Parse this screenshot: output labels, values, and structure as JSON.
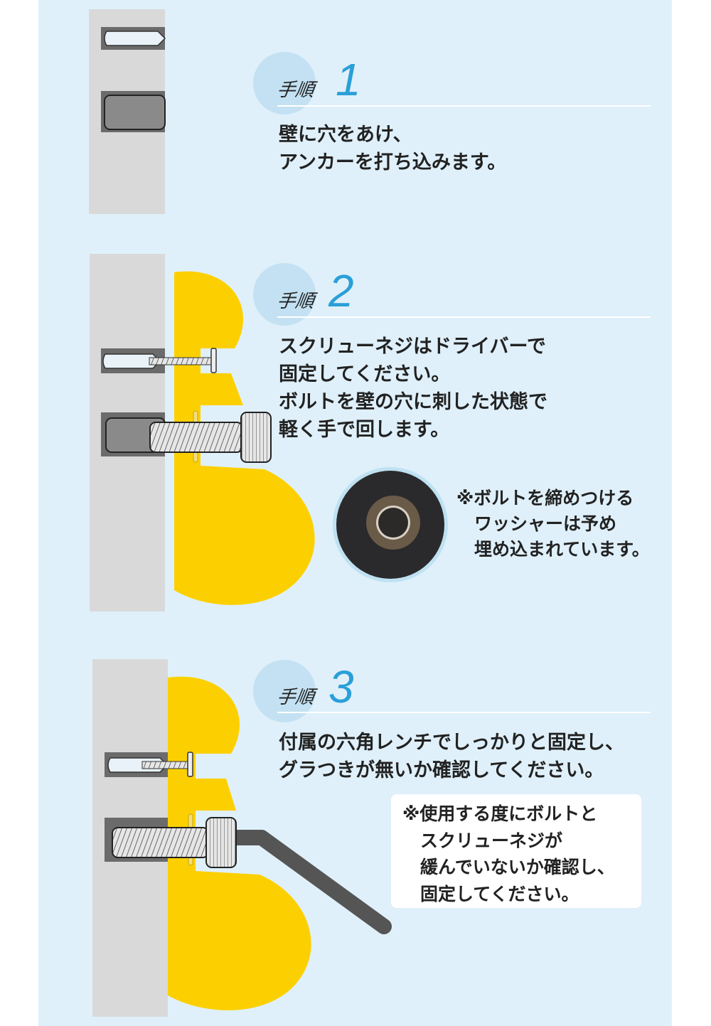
{
  "steps": [
    {
      "label": "手順",
      "number": "1",
      "lines": [
        "壁に穴をあけ、",
        "アンカーを打ち込みます。"
      ]
    },
    {
      "label": "手順",
      "number": "2",
      "lines": [
        "スクリューネジはドライバーで",
        "固定してください。",
        "ボルトを壁の穴に刺した状態で",
        "軽く手で回します。"
      ],
      "note": [
        "※ボルトを締めつける",
        "　ワッシャーは予め",
        "　埋め込まれています。"
      ]
    },
    {
      "label": "手順",
      "number": "3",
      "lines": [
        "付属の六角レンチでしっかりと固定し、",
        "グラつきが無いか確認してください。"
      ],
      "note": [
        "※使用する度にボルトと",
        "　スクリューネジが",
        "　緩んでいないか確認し、",
        "　固定してください。"
      ]
    }
  ],
  "colors": {
    "panel": "#dff0fa",
    "accent": "#2a9fd8",
    "yellow": "#fcd000",
    "wall": "#d9d9d9"
  }
}
